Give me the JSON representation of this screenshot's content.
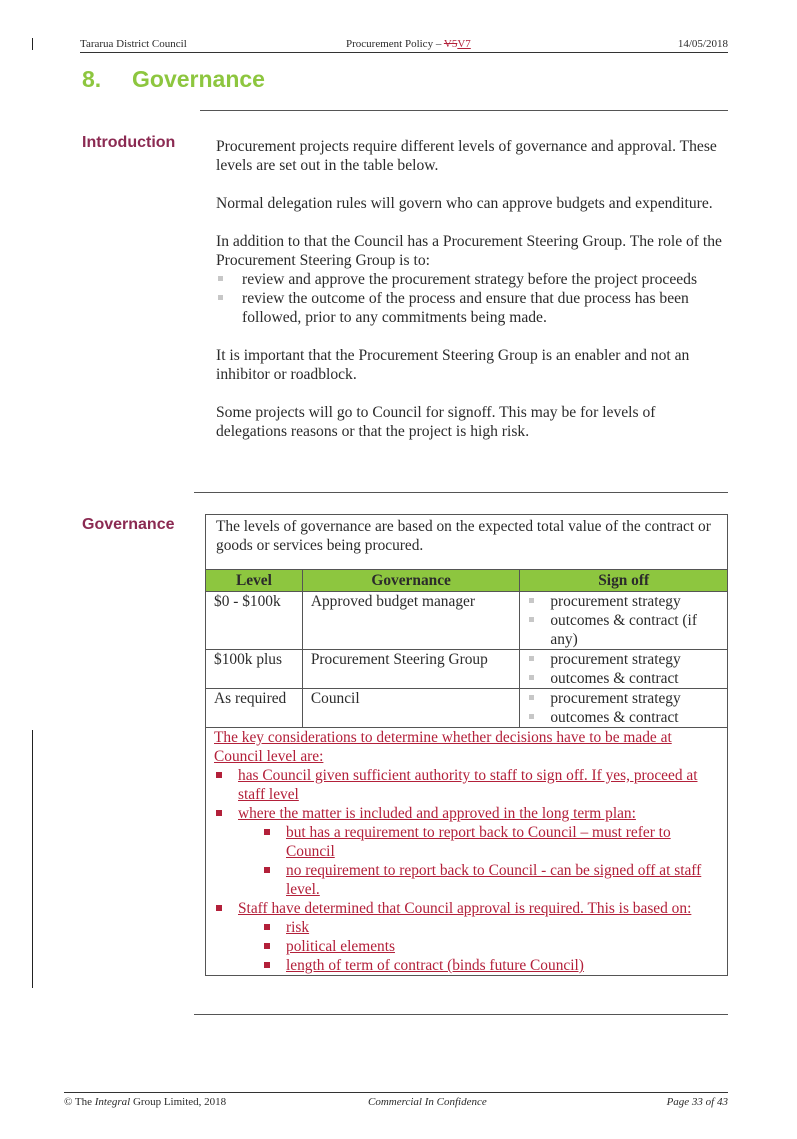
{
  "header": {
    "org": "Tararua District Council",
    "doc_title": "Procurement Policy – ",
    "version_struck": "V5",
    "version_new": "V7",
    "date": "14/05/2018"
  },
  "section": {
    "number": "8.",
    "title": "Governance"
  },
  "introduction": {
    "label": "Introduction",
    "p1": "Procurement projects require different levels of governance and approval. These levels are set out in the table below.",
    "p2": "Normal delegation rules will govern who can approve budgets and expenditure.",
    "p3": "In addition to that the Council has a Procurement Steering Group.  The role of the Procurement Steering Group is to:",
    "bullets": [
      "review and approve the procurement strategy before the project proceeds",
      "review the outcome of the process and ensure that due process has been followed, prior to any commitments being made."
    ],
    "p4": "It is important that the Procurement Steering Group is an enabler and not an inhibitor or roadblock.",
    "p5": "Some projects will go to Council for signoff.  This may be for levels of delegations reasons or that the project is high risk."
  },
  "governance": {
    "label": "Governance",
    "intro": "The levels of governance are based on the expected total value of the contract or goods or services being procured.",
    "headers": [
      "Level",
      "Governance",
      "Sign off"
    ],
    "rows": [
      {
        "level": "$0 - $100k",
        "governance": "Approved budget manager",
        "signoff": [
          "procurement strategy",
          "outcomes & contract (if any)"
        ]
      },
      {
        "level": "$100k plus",
        "governance": "Procurement Steering Group",
        "signoff": [
          "procurement strategy",
          "outcomes & contract"
        ]
      },
      {
        "level": "As required",
        "governance": "Council",
        "signoff": [
          "procurement strategy",
          "outcomes & contract"
        ]
      }
    ],
    "key": {
      "lead": "The key considerations to determine whether decisions have to be made at Council level are:",
      "b1": "has Council given sufficient authority to staff to sign off.  If yes, proceed at staff level",
      "b2": "where the matter is included and approved in the long term plan:",
      "b2_sub": [
        "but has a requirement to report back to Council – must refer to Council",
        "no requirement to report back to Council - can be signed off at staff level."
      ],
      "b3": "Staff have determined that Council approval is required.  This is based on:",
      "b3_sub": [
        "risk",
        "political elements",
        "length of term of contract (binds future Council)"
      ]
    }
  },
  "footer": {
    "copyright_pre": "© The ",
    "copyright_italic": "Integral",
    "copyright_post": " Group Limited, 2018",
    "confidential": "Commercial In Confidence",
    "page": "Page 33 of 43"
  }
}
